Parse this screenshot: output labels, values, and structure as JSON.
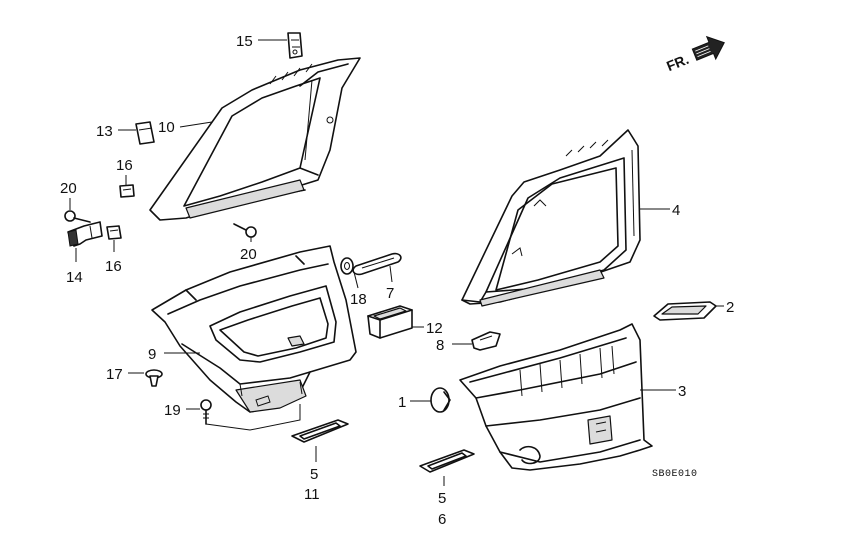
{
  "diagram_code": "SB0E010",
  "direction_label": "FR.",
  "callouts": {
    "c1": "1",
    "c2": "2",
    "c3": "3",
    "c4": "4",
    "c5a": "5",
    "c6": "6",
    "c5b": "5",
    "c11": "11",
    "c7": "7",
    "c8": "8",
    "c9": "9",
    "c10": "10",
    "c12": "12",
    "c13": "13",
    "c14": "14",
    "c15": "15",
    "c16a": "16",
    "c16b": "16",
    "c17": "17",
    "c18": "18",
    "c19": "19",
    "c20a": "20",
    "c20b": "20"
  }
}
